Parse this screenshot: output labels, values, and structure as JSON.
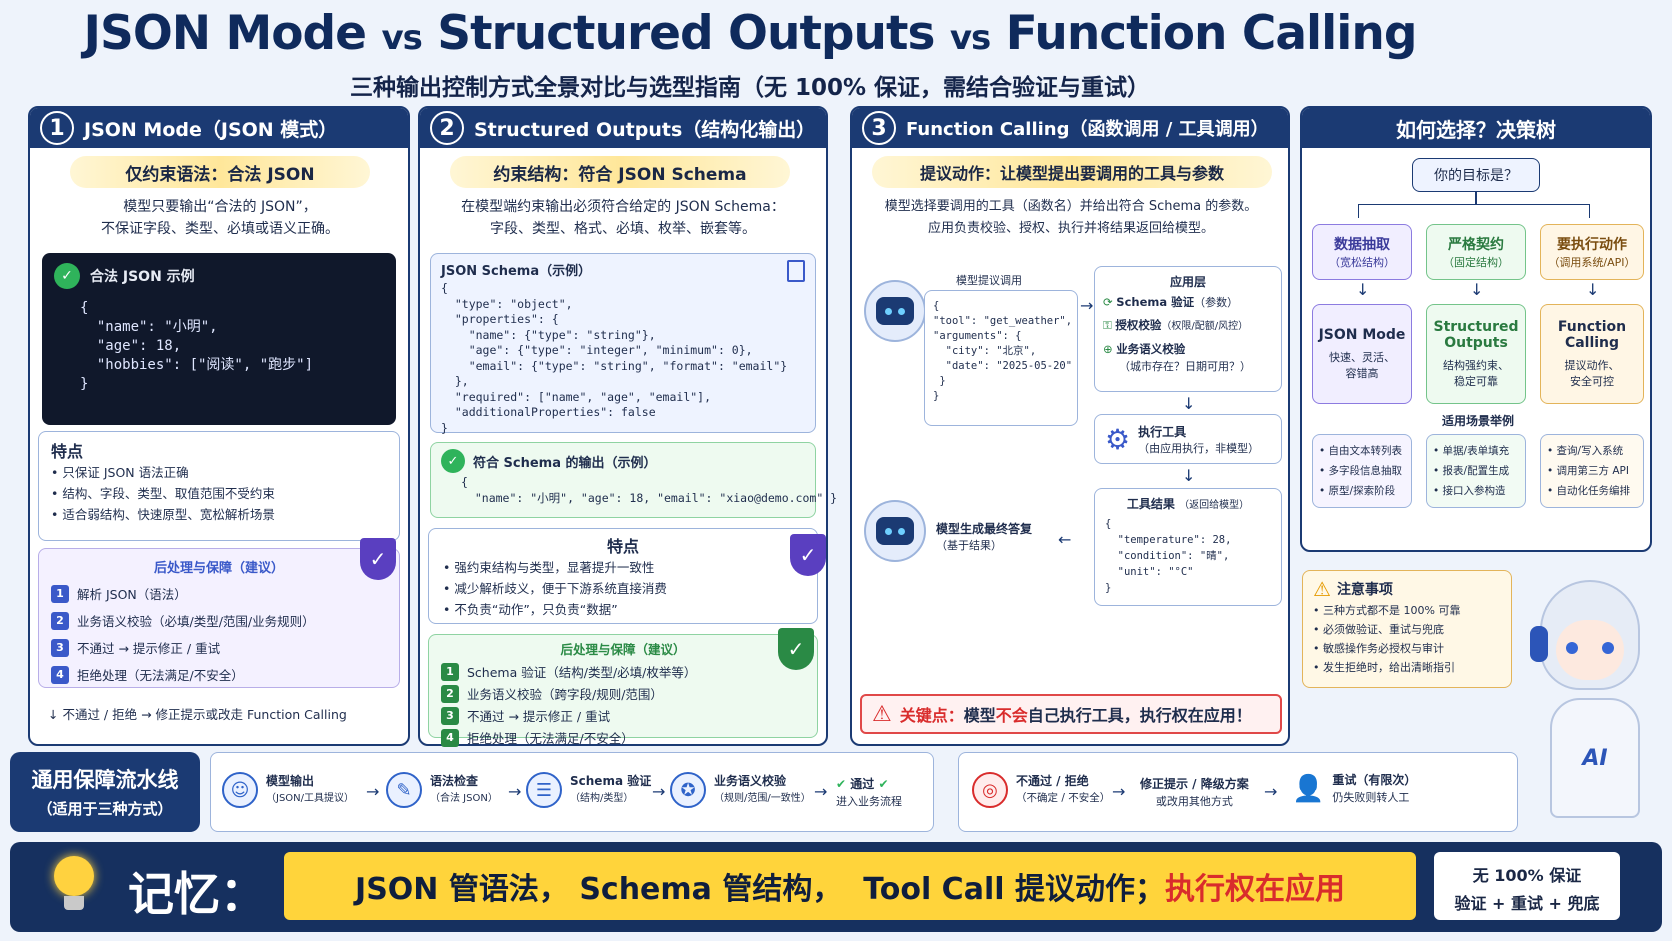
{
  "header": {
    "title_a": "JSON Mode",
    "vs1": "vs",
    "title_b": "Structured Outputs",
    "vs2": "vs",
    "title_c": "Function Calling",
    "subtitle": "三种输出控制方式全景对比与选型指南（无 100% 保证，需结合验证与重试）"
  },
  "col1": {
    "num": "1",
    "title": "JSON Mode（JSON 模式）",
    "highlight": "仅约束语法：合法 JSON",
    "desc": [
      "模型只要输出“合法的 JSON”，",
      "不保证字段、类型、必填或语义正确。"
    ],
    "example_title": "合法 JSON 示例",
    "example_code": "{\n  \"name\": \"小明\",\n  \"age\": 18,\n  \"hobbies\": [\"阅读\", \"跑步\"]\n}",
    "features_title": "特点",
    "features": [
      "只保证 JSON 语法正确",
      "结构、字段、类型、取值范围不受约束",
      "适合弱结构、快速原型、宽松解析场景"
    ],
    "post_title": "后处理与保障（建议）",
    "post_steps": [
      "解析 JSON（语法）",
      "业务语义校验（必填/类型/范围/业务规则）",
      "不通过 → 提示修正 / 重试",
      "拒绝处理（无法满足/不安全）"
    ],
    "footer": "不通过 / 拒绝 → 修正提示或改走 Function Calling"
  },
  "col2": {
    "num": "2",
    "title": "Structured Outputs（结构化输出）",
    "highlight": "约束结构：符合 JSON Schema",
    "desc": [
      "在模型端约束输出必须符合给定的 JSON Schema：",
      "字段、类型、格式、必填、枚举、嵌套等。"
    ],
    "schema_title": "JSON Schema（示例）",
    "schema_code": "{\n  \"type\": \"object\",\n  \"properties\": {\n    \"name\": {\"type\": \"string\"},\n    \"age\": {\"type\": \"integer\", \"minimum\": 0},\n    \"email\": {\"type\": \"string\", \"format\": \"email\"}\n  },\n  \"required\": [\"name\", \"age\", \"email\"],\n  \"additionalProperties\": false\n}",
    "output_title": "符合 Schema 的输出（示例）",
    "output_code": "{\n  \"name\": \"小明\", \"age\": 18, \"email\": \"xiao@demo.com\" }",
    "features_title": "特点",
    "features": [
      "强约束结构与类型，显著提升一致性",
      "减少解析歧义，便于下游系统直接消费",
      "不负责“动作”，只负责“数据”"
    ],
    "post_title": "后处理与保障（建议）",
    "post_steps": [
      "Schema 验证（结构/类型/必填/枚举等）",
      "业务语义校验（跨字段/规则/范围）",
      "不通过 → 提示修正 / 重试",
      "拒绝处理（无法满足/不安全）"
    ]
  },
  "col3": {
    "num": "3",
    "title": "Function Calling（函数调用 / 工具调用）",
    "highlight": "提议动作：让模型提出要调用的工具与参数",
    "desc": [
      "模型选择要调用的工具（函数名）并给出符合 Schema 的参数。",
      "应用负责校验、授权、执行并将结果返回给模型。"
    ],
    "proposal_label": "模型提议调用",
    "proposal_code": "{\n\"tool\": \"get_weather\",\n\"arguments\": {\n  \"city\": \"北京\",\n  \"date\": \"2025-05-20\"\n }\n}",
    "app_label": "应用层",
    "app_items": [
      {
        "t": "Schema 验证",
        "s": "（参数）"
      },
      {
        "t": "授权校验",
        "s": "（权限/配额/风控）"
      },
      {
        "t": "业务语义校验",
        "s": "（城市存在？日期可用？）"
      }
    ],
    "exec_title": "执行工具",
    "exec_sub": "（由应用执行，非模型）",
    "result_title": "工具结果",
    "result_sub": "（返回给模型）",
    "result_code": "{\n  \"temperature\": 28,\n  \"condition\": \"晴\",\n  \"unit\": \"°C\"\n}",
    "final_title": "模型生成最终答复",
    "final_sub": "（基于结果）",
    "key_label": "关键点：",
    "key_a": "模型",
    "key_b": "不会",
    "key_c": "自己执行工具，执行权在应用！"
  },
  "decision": {
    "title": "如何选择？决策树",
    "root": "你的目标是？",
    "goals": [
      {
        "t": "数据抽取",
        "s": "（宽松结构）"
      },
      {
        "t": "严格契约",
        "s": "（固定结构）"
      },
      {
        "t": "要执行动作",
        "s": "（调用系统/API）"
      }
    ],
    "choices": [
      {
        "t": "JSON Mode",
        "s": "快速、灵活、\n容错高"
      },
      {
        "t": "Structured Outputs",
        "s": "结构强约束、\n稳定可靠"
      },
      {
        "t": "Function Calling",
        "s": "提议动作、\n安全可控"
      }
    ],
    "scenes_label": "适用场景举例",
    "scenes": [
      [
        "自由文本转列表",
        "多字段信息抽取",
        "原型/探索阶段"
      ],
      [
        "单据/表单填充",
        "报表/配置生成",
        "接口入参构造"
      ],
      [
        "查询/写入系统",
        "调用第三方 API",
        "自动化任务编排"
      ]
    ],
    "notes_title": "注意事项",
    "notes": [
      "三种方式都不是 100% 可靠",
      "必须做验证、重试与兜底",
      "敏感操作务必授权与审计",
      "发生拒绝时，给出清晰指引"
    ]
  },
  "pipeline": {
    "label": "通用保障流水线",
    "label_sub": "（适用于三种方式）",
    "steps": [
      {
        "t": "模型输出",
        "s": "（JSON/工具提议）"
      },
      {
        "t": "语法检查",
        "s": "（合法 JSON）"
      },
      {
        "t": "Schema 验证",
        "s": "（结构/类型）"
      },
      {
        "t": "业务语义校验",
        "s": "（规则/范围/一致性）"
      },
      {
        "t": "通过",
        "s": "进入业务流程"
      }
    ],
    "fail_steps": [
      {
        "t": "不通过 / 拒绝",
        "s": "（不确定 / 不安全）"
      },
      {
        "t": "修正提示 / 降级方案",
        "s": "或改用其他方式"
      },
      {
        "t": "重试（有限次）",
        "s": "仍失败则转人工"
      }
    ]
  },
  "memo": {
    "label": "记忆：",
    "p1": "JSON 管语法，",
    "p2": "Schema 管结构，",
    "p3": "Tool Call 提议动作；",
    "p4": "执行权在应用",
    "side1": "无 100% 保证",
    "side2": "验证 + 重试 + 兜底"
  },
  "mascot_badge": "AI"
}
